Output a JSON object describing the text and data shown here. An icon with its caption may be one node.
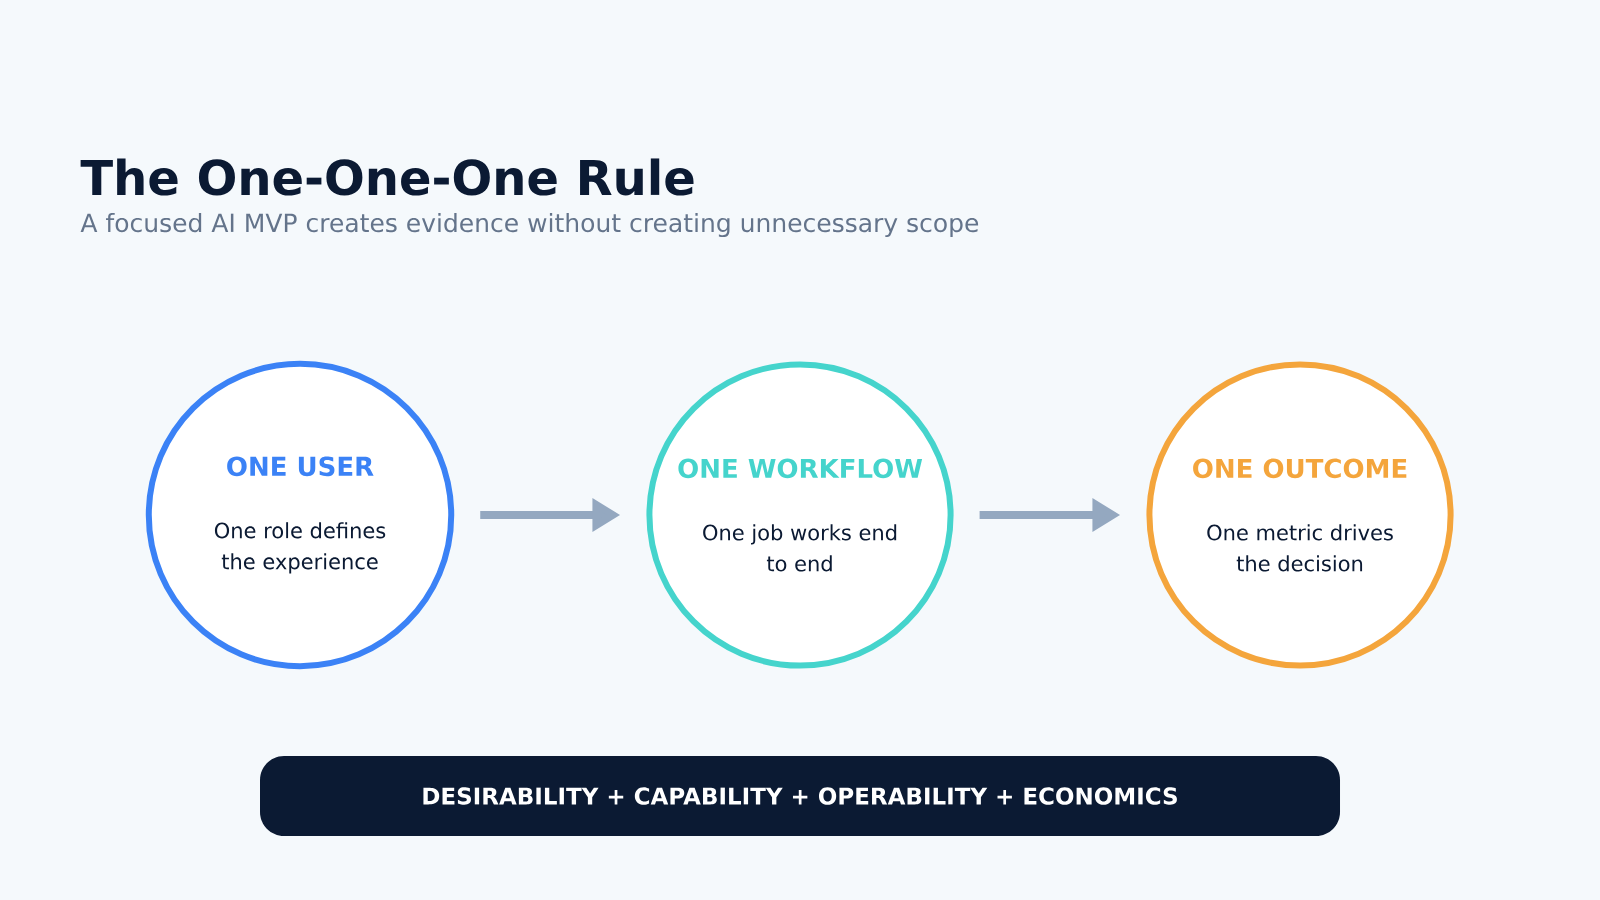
{
  "diagram": {
    "title": "The One-One-One Rule",
    "nodes": [
      {
        "text": [
          "ONE USER",
          "One role defines the experience"
        ]
      },
      {
        "text": [
          "ONE WORKFLOW",
          "One job works end to end"
        ]
      },
      {
        "text": [
          "ONE OUTCOME",
          "One metric drives the decision"
        ]
      },
      {
        "text": [
          "DESIRABILITY  +  CAPABILITY  +  OPERABILITY  +  ECONOMICS"
        ]
      }
    ],
    "edges": [
      {
        "from": 0,
        "to": 1,
        "arrow": "to"
      },
      {
        "from": 1,
        "to": 2,
        "arrow": "to"
      }
    ],
    "labels": [
      "A focused AI MVP creates evidence without creating unnecessary scope"
    ]
  }
}
